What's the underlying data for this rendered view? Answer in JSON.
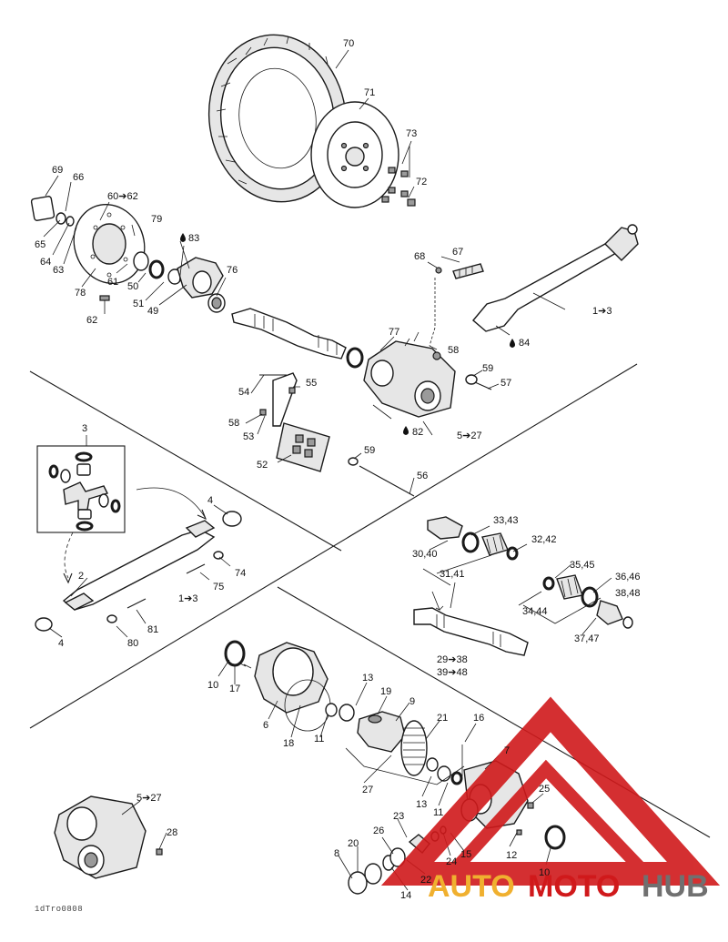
{
  "callouts": [
    {
      "id": "70",
      "text": "70"
    },
    {
      "id": "71",
      "text": "71"
    },
    {
      "id": "73",
      "text": "73"
    },
    {
      "id": "72",
      "text": "72"
    },
    {
      "id": "69",
      "text": "69"
    },
    {
      "id": "66",
      "text": "66"
    },
    {
      "id": "60_62",
      "text": "60➔62"
    },
    {
      "id": "79",
      "text": "79"
    },
    {
      "id": "83",
      "text": "83"
    },
    {
      "id": "65",
      "text": "65"
    },
    {
      "id": "64",
      "text": "64"
    },
    {
      "id": "63",
      "text": "63"
    },
    {
      "id": "61",
      "text": "61"
    },
    {
      "id": "50",
      "text": "50"
    },
    {
      "id": "76",
      "text": "76"
    },
    {
      "id": "78",
      "text": "78"
    },
    {
      "id": "51",
      "text": "51"
    },
    {
      "id": "49",
      "text": "49"
    },
    {
      "id": "62",
      "text": "62"
    },
    {
      "id": "68",
      "text": "68"
    },
    {
      "id": "67",
      "text": "67"
    },
    {
      "id": "1_3a",
      "text": "1➔3"
    },
    {
      "id": "84",
      "text": "84"
    },
    {
      "id": "77",
      "text": "77"
    },
    {
      "id": "58a",
      "text": "58"
    },
    {
      "id": "59a",
      "text": "59"
    },
    {
      "id": "57",
      "text": "57"
    },
    {
      "id": "54",
      "text": "54"
    },
    {
      "id": "55",
      "text": "55"
    },
    {
      "id": "58b",
      "text": "58"
    },
    {
      "id": "53",
      "text": "53"
    },
    {
      "id": "82",
      "text": "82"
    },
    {
      "id": "5_27a",
      "text": "5➔27"
    },
    {
      "id": "59b",
      "text": "59"
    },
    {
      "id": "52",
      "text": "52"
    },
    {
      "id": "56",
      "text": "56"
    },
    {
      "id": "3",
      "text": "3"
    },
    {
      "id": "4a",
      "text": "4"
    },
    {
      "id": "2",
      "text": "2"
    },
    {
      "id": "74",
      "text": "74"
    },
    {
      "id": "75",
      "text": "75"
    },
    {
      "id": "1_3b",
      "text": "1➔3"
    },
    {
      "id": "81",
      "text": "81"
    },
    {
      "id": "80",
      "text": "80"
    },
    {
      "id": "4b",
      "text": "4"
    },
    {
      "id": "33_43",
      "text": "33,43"
    },
    {
      "id": "32_42",
      "text": "32,42"
    },
    {
      "id": "30_40",
      "text": "30,40"
    },
    {
      "id": "31_41",
      "text": "31,41"
    },
    {
      "id": "35_45",
      "text": "35,45"
    },
    {
      "id": "36_46",
      "text": "36,46"
    },
    {
      "id": "38_48",
      "text": "38,48"
    },
    {
      "id": "34_44",
      "text": "34,44"
    },
    {
      "id": "37_47",
      "text": "37,47"
    },
    {
      "id": "29_38",
      "text": "29➔38"
    },
    {
      "id": "39_48",
      "text": "39➔48"
    },
    {
      "id": "10a",
      "text": "10"
    },
    {
      "id": "17",
      "text": "17"
    },
    {
      "id": "6",
      "text": "6"
    },
    {
      "id": "18",
      "text": "18"
    },
    {
      "id": "11a",
      "text": "11"
    },
    {
      "id": "13a",
      "text": "13"
    },
    {
      "id": "19",
      "text": "19"
    },
    {
      "id": "9",
      "text": "9"
    },
    {
      "id": "21",
      "text": "21"
    },
    {
      "id": "16",
      "text": "16"
    },
    {
      "id": "7",
      "text": "7"
    },
    {
      "id": "27",
      "text": "27"
    },
    {
      "id": "13b",
      "text": "13"
    },
    {
      "id": "11b",
      "text": "11"
    },
    {
      "id": "25",
      "text": "25"
    },
    {
      "id": "5_27b",
      "text": "5➔27"
    },
    {
      "id": "28",
      "text": "28"
    },
    {
      "id": "23",
      "text": "23"
    },
    {
      "id": "26",
      "text": "26"
    },
    {
      "id": "20",
      "text": "20"
    },
    {
      "id": "8",
      "text": "8"
    },
    {
      "id": "24",
      "text": "24"
    },
    {
      "id": "15",
      "text": "15"
    },
    {
      "id": "12",
      "text": "12"
    },
    {
      "id": "10b",
      "text": "10"
    },
    {
      "id": "22",
      "text": "22"
    },
    {
      "id": "14",
      "text": "14"
    }
  ],
  "reference_code": "1dTro0808",
  "watermark": {
    "brand_auto": "AUTO",
    "brand_moto": "MOTO",
    "brand_hub": "HUB",
    "colors": {
      "red": "#d0191b",
      "orange": "#f0b02f",
      "gray": "#707070"
    }
  },
  "icons": [
    "oil-drop-icon",
    "arrow-right-icon"
  ]
}
